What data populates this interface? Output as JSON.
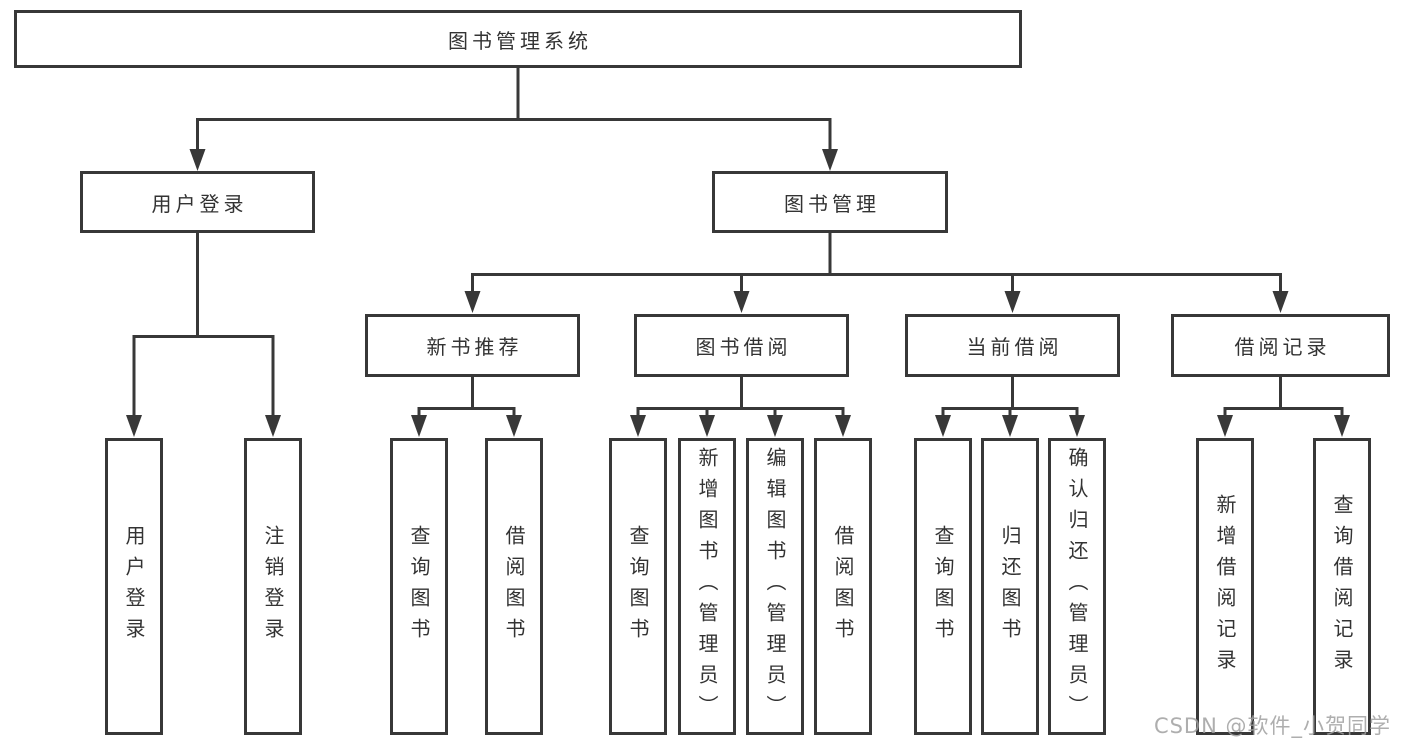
{
  "diagram": {
    "root": {
      "label": "图书管理系统"
    },
    "branches": [
      {
        "label": "用户登录",
        "children": [
          {
            "label": "用户登录"
          },
          {
            "label": "注销登录"
          }
        ]
      },
      {
        "label": "图书管理",
        "children": [
          {
            "label": "新书推荐",
            "children": [
              {
                "label": "查询图书"
              },
              {
                "label": "借阅图书"
              }
            ]
          },
          {
            "label": "图书借阅",
            "children": [
              {
                "label": "查询图书"
              },
              {
                "label": "新增图书（管理员）"
              },
              {
                "label": "编辑图书（管理员）"
              },
              {
                "label": "借阅图书"
              }
            ]
          },
          {
            "label": "当前借阅",
            "children": [
              {
                "label": "查询图书"
              },
              {
                "label": "归还图书"
              },
              {
                "label": "确认归还（管理员）"
              }
            ]
          },
          {
            "label": "借阅记录",
            "children": [
              {
                "label": "新增借阅记录"
              },
              {
                "label": "查询借阅记录"
              }
            ]
          }
        ]
      }
    ],
    "watermark": "CSDN @软件_小贺同学",
    "colors": {
      "line": "#383838",
      "text": "#333333",
      "box_background": "#ffffff",
      "page_background": "#ffffff",
      "watermark": "#a0a0a0"
    }
  }
}
